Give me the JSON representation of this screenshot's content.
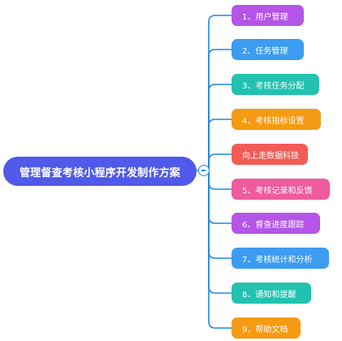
{
  "root": {
    "label": "管理督查考核小程序开发制作方案",
    "color": "#5059e9"
  },
  "connector_color": "#1e88e5",
  "children": [
    {
      "label": "1、用户管理",
      "color": "#b455e8"
    },
    {
      "label": "2、任务管理",
      "color": "#3c9cf0"
    },
    {
      "label": "3、考核任务分配",
      "color": "#22c1b0"
    },
    {
      "label": "4、考核指标设置",
      "color": "#f59a13"
    },
    {
      "label": "向上走数据科技",
      "color": "#f25c55"
    },
    {
      "label": "5、考核记录和反馈",
      "color": "#ef5b9c"
    },
    {
      "label": "6、督查进度跟踪",
      "color": "#b455e8"
    },
    {
      "label": "7、考核统计和分析",
      "color": "#3c9cf0"
    },
    {
      "label": "8、通知和提醒",
      "color": "#22c1b0"
    },
    {
      "label": "9、帮助文档",
      "color": "#f59a13"
    }
  ]
}
